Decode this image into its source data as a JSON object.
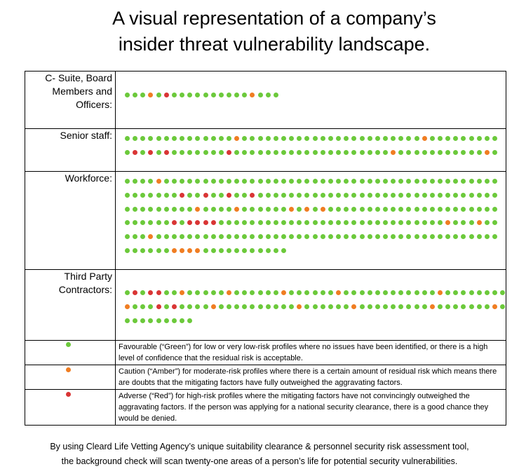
{
  "title": {
    "line1": "A visual representation of a company’s",
    "line2": "insider threat vulnerability landscape."
  },
  "colors": {
    "G": "#6cc93b",
    "A": "#f07d22",
    "R": "#d93535"
  },
  "rows": [
    {
      "label_lines": [
        "C- Suite, Board",
        "Members and",
        "Officers:"
      ],
      "dots": [
        "GGGAGRGGGGGGGGGGAGGG"
      ]
    },
    {
      "label_lines": [
        "Senior staff:"
      ],
      "dots": [
        "GGGGGGGGGGGGGGAGGGGGGGGGGGGGGGGGGGGGGGAGGGGGGGGG",
        "GRGRGRGGGGGGGRGGGGGGGGGGGGGGGGGGGGAGGGGGGGGGGGAG"
      ]
    },
    {
      "label_lines": [
        "Workforce:"
      ],
      "dots": [
        "GGGGAGGGGGGGGGGGGGGGGGGGGGGGGGGGGGGGGGGGGGGGGGGG",
        "GGGGGGGRGGRGGRGGRGGGGGGGGGGGGGGGGGGGGGGGGGGGGGGG",
        "GGGGGGGGGAGGGGAGGGGGGAGAGAGGGGGGGGGGGGGGGGGGGGGG",
        "GGGGGGRGRRRRGGGGGGGGGGGGGGGGGGGGGGGGGGGGGAGGGAGG",
        "GGGAGGGGGGGGGGGGGGGGGGGGGGGGGGGGGGGGGGGGGGGGGGGG",
        "GGGGGGAAAAGGGGGGGGGGG"
      ]
    },
    {
      "label_lines": [
        "Third Party",
        "Contractors:"
      ],
      "dots": [
        "GRGRRGGAGGGGGAGGGGGGAGGGGGGAGGGGGGGGGGGGAGGGGGGGG",
        "AGGGRGRGGGGAGGGGGGGGGGAGGGGGGAGGGGGGGGGAGGGGGGGAG",
        "GGGGGGGGG"
      ]
    }
  ],
  "legend": [
    {
      "color": "G",
      "text": "Favourable (“Green”) for low or very low-risk profiles where no issues have been identified, or there is a high level of confidence that the residual risk is acceptable."
    },
    {
      "color": "A",
      "text": "Caution (“Amber”) for moderate-risk profiles where there is a certain amount of residual risk which means there are doubts that the mitigating factors have fully outweighed the aggravating factors."
    },
    {
      "color": "R",
      "text": "Adverse (“Red”) for high-risk profiles where the mitigating factors have not convincingly outweighed the aggravating factors. If the person was applying for a national security clearance, there is a good chance they would be denied."
    }
  ],
  "footer": {
    "line1": "By using Cleard Life Vetting Agency’s unique suitability clearance & personnel security risk assessment tool,",
    "line2": "the background check will scan twenty-one areas of a person’s life for potential security vulnerabilities."
  }
}
